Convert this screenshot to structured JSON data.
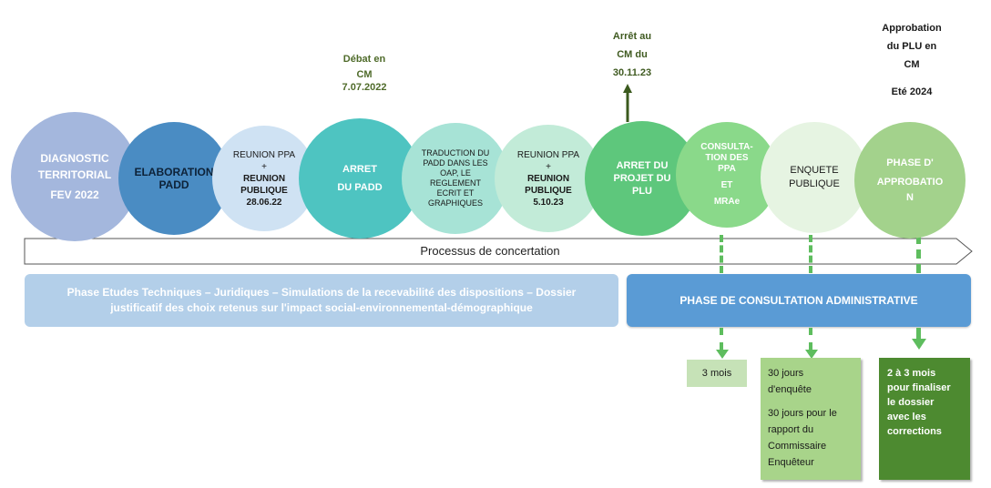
{
  "circles": {
    "diagnostic": {
      "line1": "DIAGNOSTIC",
      "line2": "TERRITORIAL",
      "line3": "FEV 2022"
    },
    "elaboration": {
      "line1": "ELABORATION",
      "line2": "PADD"
    },
    "reunion1": {
      "line1": "REUNION PPA",
      "line2": "+",
      "line3": "REUNION",
      "line4": "PUBLIQUE",
      "line5": "28.06.22"
    },
    "arret_padd": {
      "line1": "ARRET",
      "line2": "DU PADD"
    },
    "traduction": {
      "line1": "TRADUCTION DU",
      "line2": "PADD DANS LES",
      "line3": "OAP, LE",
      "line4": "REGLEMENT",
      "line5": "ECRIT ET",
      "line6": "GRAPHIQUES"
    },
    "reunion2": {
      "line1": "REUNION PPA",
      "line2": "+",
      "line3": "REUNION",
      "line4": "PUBLIQUE",
      "line5": "5.10.23"
    },
    "arret_projet": {
      "line1": "ARRET DU",
      "line2": "PROJET DU",
      "line3": "PLU"
    },
    "consultation": {
      "line1": "CONSULTA-",
      "line2": "TION DES",
      "line3": "PPA",
      "line4": "ET",
      "line5": "MRAe"
    },
    "enquete": {
      "line1": "ENQUETE",
      "line2": "PUBLIQUE"
    },
    "approbation": {
      "line1": "PHASE D'",
      "line2": "APPROBATIO",
      "line3": "N"
    }
  },
  "annotations": {
    "debat": {
      "line1": "Débat en",
      "line2": "CM",
      "line3": "7.07.2022"
    },
    "arret_cm": {
      "line1": "Arrêt au",
      "line2": "CM du",
      "line3": "30.11.23"
    },
    "approbation_cm": {
      "line1": "Approbation",
      "line2": "du PLU en",
      "line3": "CM",
      "line4": "Eté 2024"
    }
  },
  "process_arrow": {
    "label": "Processus de concertation"
  },
  "phases": {
    "etudes": {
      "line1": "Phase Etudes Techniques – Juridiques – Simulations de la recevabilité des dispositions – Dossier",
      "line2": "justificatif des choix retenus sur l'impact social-environnemental-démographique"
    },
    "consultation": {
      "label": "PHASE DE CONSULTATION ADMINISTRATIVE"
    }
  },
  "durations": {
    "trois_mois": "3 mois",
    "enquete": {
      "line1": "30 jours",
      "line2": "d'enquête",
      "line3": "30 jours pour le",
      "line4": "rapport du",
      "line5": "Commissaire",
      "line6": "Enquêteur"
    },
    "finalisation": {
      "line1": "2 à 3 mois",
      "line2": "pour finaliser",
      "line3": "le dossier",
      "line4": "avec les",
      "line5": "corrections"
    }
  },
  "colors": {
    "annotation_green": "#4f6b2a",
    "dash_green": "#5ebd5e",
    "phase_etudes_bg": "#b3cfe9",
    "phase_consultation_bg": "#5a9bd5"
  }
}
